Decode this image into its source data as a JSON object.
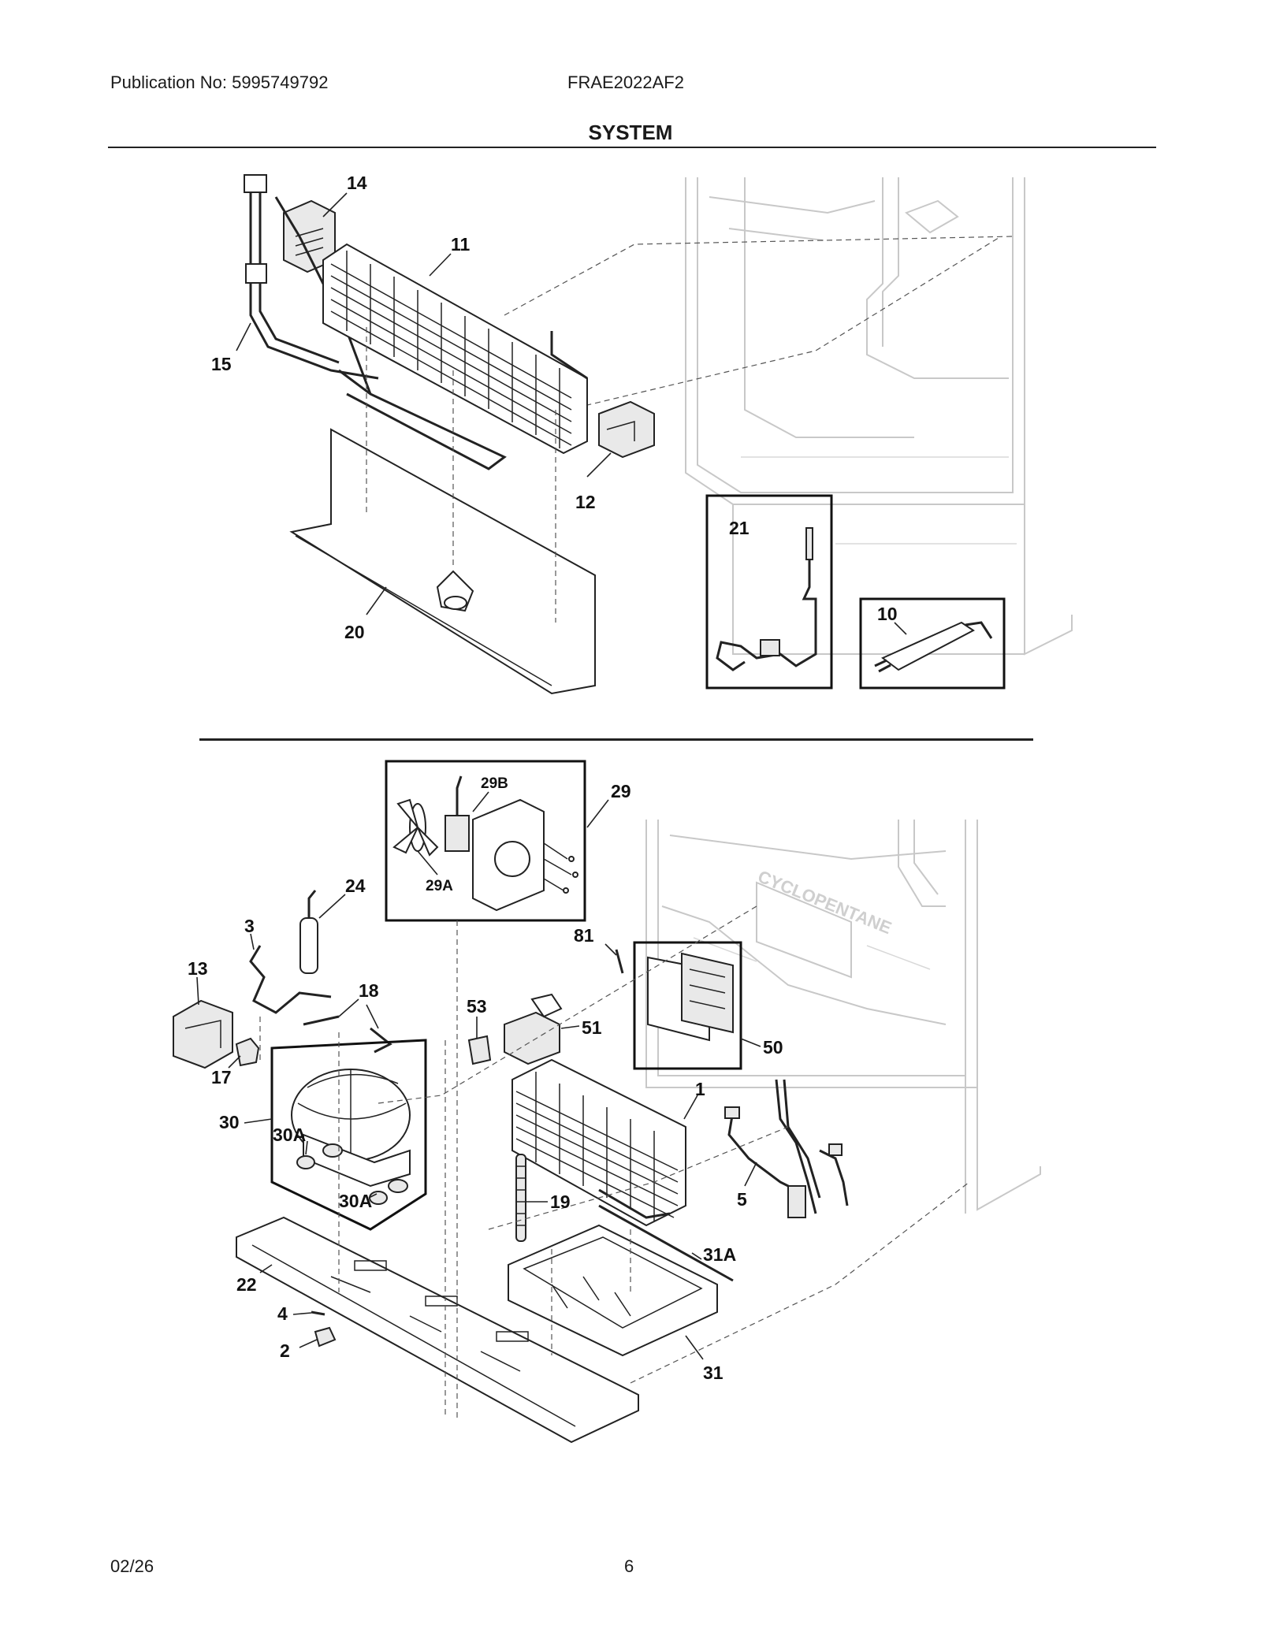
{
  "header": {
    "publication": "Publication No: 5995749792",
    "model": "FRAE2022AF2",
    "section_title": "SYSTEM"
  },
  "footer": {
    "date": "02/26",
    "page": "6"
  },
  "callouts": {
    "p14": "14",
    "p11": "11",
    "p15": "15",
    "p12": "12",
    "p20": "20",
    "p21": "21",
    "p10": "10",
    "p29": "29",
    "p29b": "29B",
    "p29a": "29A",
    "p24": "24",
    "p3": "3",
    "p13": "13",
    "p18": "18",
    "p17": "17",
    "p30": "30",
    "p30a_1": "30A",
    "p30a_2": "30A",
    "p81": "81",
    "p53": "53",
    "p51": "51",
    "p50": "50",
    "p1": "1",
    "p19": "19",
    "p5": "5",
    "p31a": "31A",
    "p31": "31",
    "p22": "22",
    "p4": "4",
    "p2": "2"
  },
  "cabinet_stamp": "CYCLOPENTANE"
}
